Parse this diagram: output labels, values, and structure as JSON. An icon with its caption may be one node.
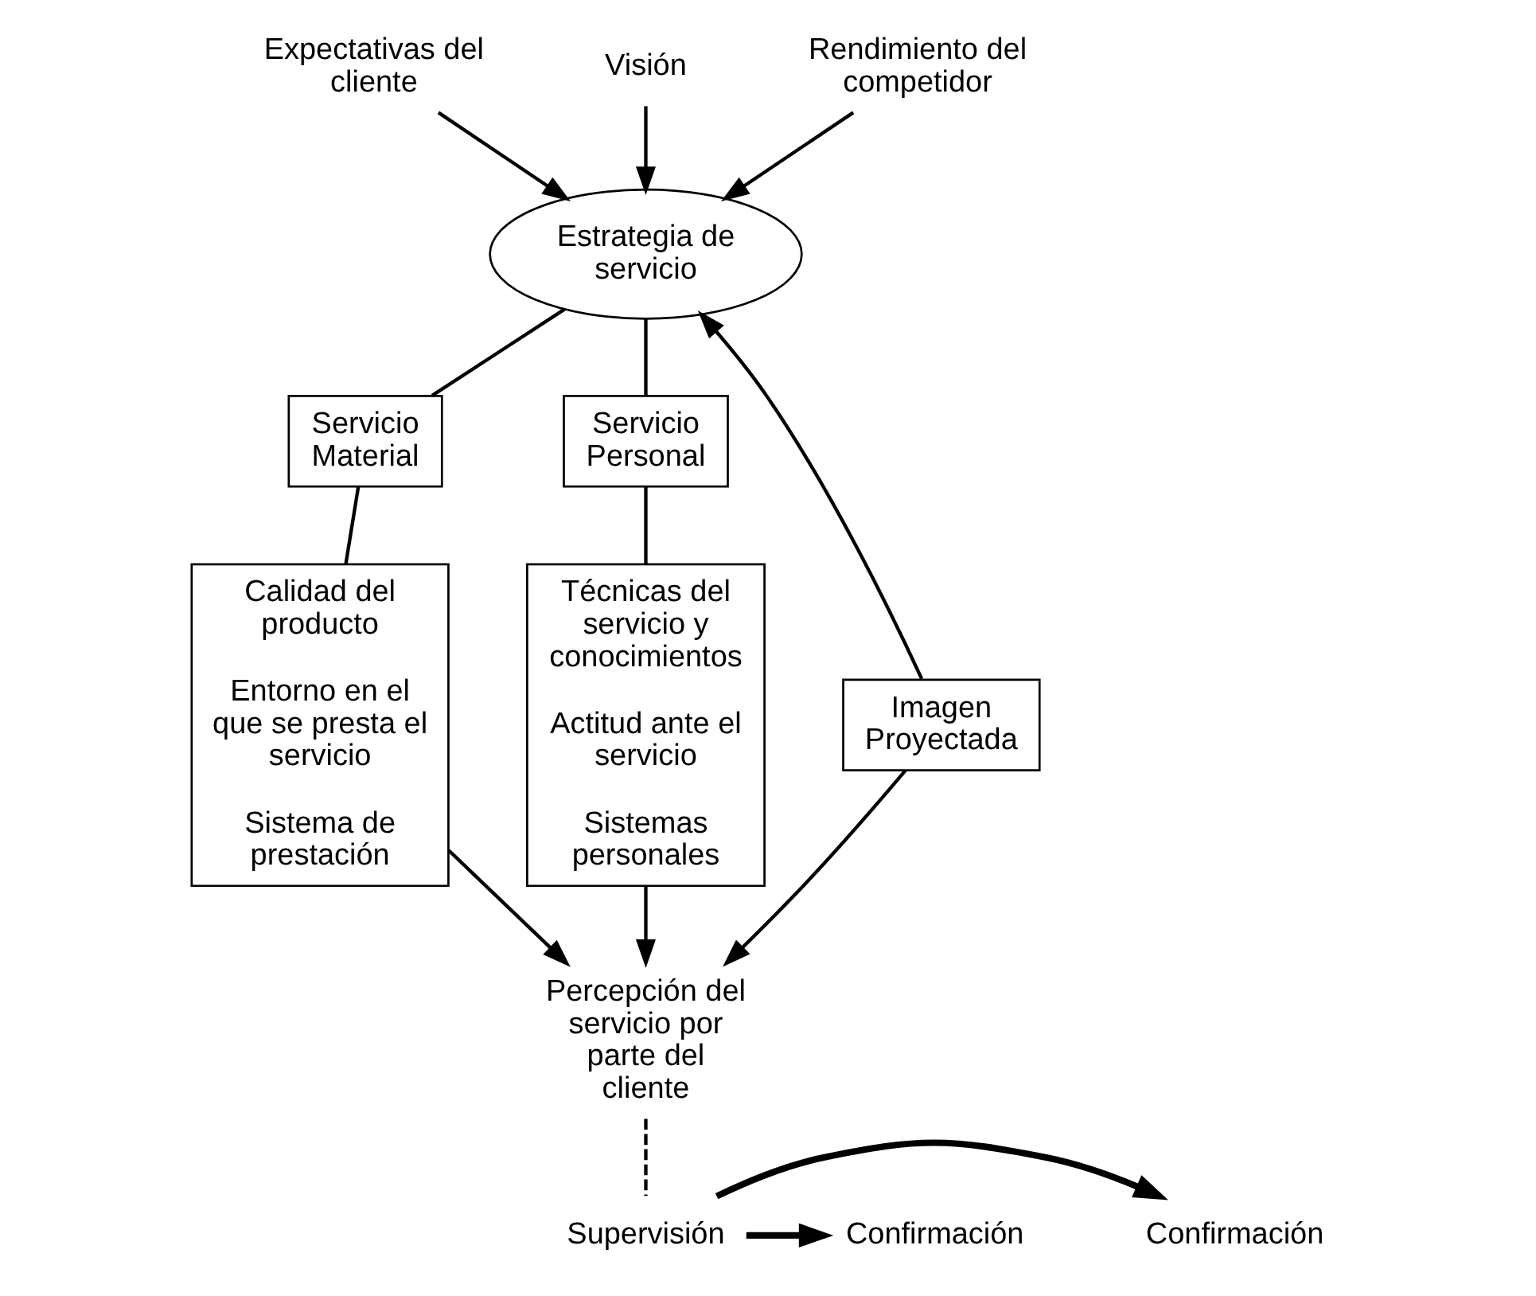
{
  "diagram": {
    "nodes": [
      {
        "text": [
          "Expectativas del cliente"
        ]
      },
      {
        "text": [
          "Visión"
        ]
      },
      {
        "text": [
          "Rendimiento del competidor"
        ]
      },
      {
        "text": [
          "Estrategia de servicio"
        ]
      },
      {
        "text": [
          "Servicio Material"
        ]
      },
      {
        "text": [
          "Servicio Personal"
        ]
      },
      {
        "text": [
          "Calidad del producto",
          "Entorno en el que se presta el servicio",
          "Sistema de prestación"
        ]
      },
      {
        "text": [
          "Imagen Proyectada"
        ]
      },
      {
        "text": [
          "Técnicas del servicio y conocimientos",
          "Actitud ante el servicio",
          "Sistemas personales"
        ]
      },
      {
        "text": [
          "Percepción del servicio por parte del cliente"
        ]
      },
      {
        "text": [
          "Confirmación"
        ]
      },
      {
        "text": [
          "Supervisión"
        ]
      },
      {
        "text": [
          "Confirmación"
        ]
      }
    ],
    "edges": [
      {
        "from": 0,
        "to": 3,
        "arrow": "to"
      },
      {
        "from": 1,
        "to": 3,
        "arrow": "to"
      },
      {
        "from": 2,
        "to": 3,
        "arrow": "to"
      },
      {
        "from": 3,
        "to": 4,
        "arrow": "none"
      },
      {
        "from": 3,
        "to": 5,
        "arrow": "none"
      },
      {
        "from": 4,
        "to": 6,
        "arrow": "none"
      },
      {
        "from": 5,
        "to": 8,
        "arrow": "none"
      },
      {
        "from": 7,
        "to": 3,
        "arrow": "to"
      },
      {
        "from": 7,
        "to": 9,
        "arrow": "to"
      },
      {
        "from": 6,
        "to": 9,
        "arrow": "to"
      },
      {
        "from": 8,
        "to": 9,
        "arrow": "to"
      },
      {
        "from": 9,
        "to": 11,
        "arrow": "none",
        "style": "dashed"
      },
      {
        "from": 11,
        "to": 10,
        "arrow": "to",
        "style": "thick"
      },
      {
        "from": 11,
        "to": 12,
        "arrow": "to",
        "style": "thick"
      }
    ]
  }
}
